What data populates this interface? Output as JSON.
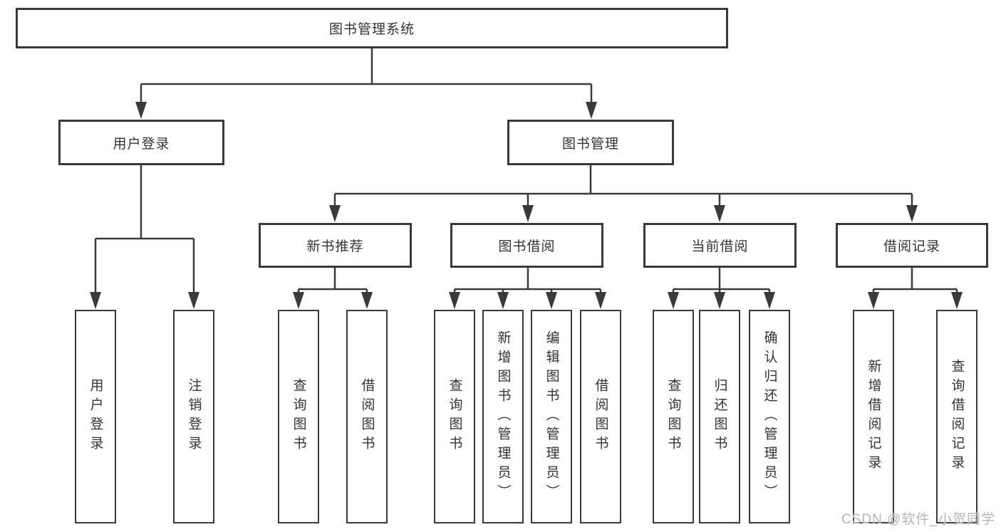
{
  "title": "图书管理系统",
  "level1": [
    {
      "label": "用户登录"
    },
    {
      "label": "图书管理"
    }
  ],
  "level2": [
    {
      "label": "新书推荐"
    },
    {
      "label": "图书借阅"
    },
    {
      "label": "当前借阅"
    },
    {
      "label": "借阅记录"
    }
  ],
  "leaves": [
    {
      "group": "用户登录",
      "label": "用户登录"
    },
    {
      "group": "用户登录",
      "label": "注销登录"
    },
    {
      "group": "新书推荐",
      "label": "查询图书"
    },
    {
      "group": "新书推荐",
      "label": "借阅图书"
    },
    {
      "group": "图书借阅",
      "label": "查询图书"
    },
    {
      "group": "图书借阅",
      "label": "新增图书（管理员）"
    },
    {
      "group": "图书借阅",
      "label": "编辑图书（管理员）"
    },
    {
      "group": "图书借阅",
      "label": "借阅图书"
    },
    {
      "group": "当前借阅",
      "label": "查询图书"
    },
    {
      "group": "当前借阅",
      "label": "归还图书"
    },
    {
      "group": "当前借阅",
      "label": "确认归还（管理员）"
    },
    {
      "group": "借阅记录",
      "label": "新增借阅记录"
    },
    {
      "group": "借阅记录",
      "label": "查询借阅记录"
    }
  ],
  "watermark": "CSDN @软件_小贺同学",
  "colors": {
    "line": "#3a3a3a",
    "text": "#333333",
    "watermark": "#b5b5b5",
    "background": "#ffffff"
  }
}
